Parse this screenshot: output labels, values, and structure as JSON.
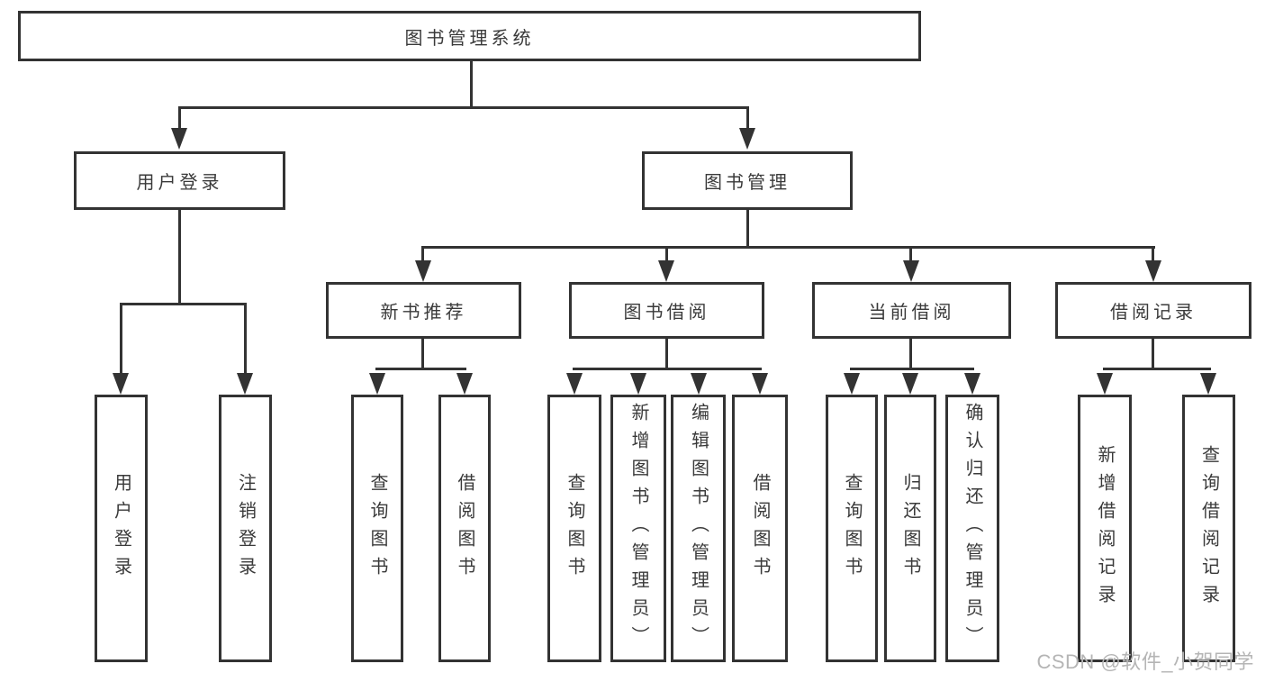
{
  "diagram": {
    "root": {
      "label": "图书管理系统"
    },
    "branches": [
      {
        "label": "用户登录",
        "children": [
          {
            "label": "用户登录"
          },
          {
            "label": "注销登录"
          }
        ]
      },
      {
        "label": "图书管理",
        "children": [
          {
            "label": "新书推荐",
            "children": [
              {
                "label": "查询图书"
              },
              {
                "label": "借阅图书"
              }
            ]
          },
          {
            "label": "图书借阅",
            "children": [
              {
                "label": "查询图书"
              },
              {
                "label": "新增图书（管理员）"
              },
              {
                "label": "编辑图书（管理员）"
              },
              {
                "label": "借阅图书"
              }
            ]
          },
          {
            "label": "当前借阅",
            "children": [
              {
                "label": "查询图书"
              },
              {
                "label": "归还图书"
              },
              {
                "label": "确认归还（管理员）"
              }
            ]
          },
          {
            "label": "借阅记录",
            "children": [
              {
                "label": "新增借阅记录"
              },
              {
                "label": "查询借阅记录"
              }
            ]
          }
        ]
      }
    ],
    "watermark": "CSDN @软件_小贺同学",
    "colors": {
      "line": "#333333",
      "text": "#3a3a3a",
      "watermark": "#b5b5b5",
      "background": "#ffffff"
    }
  }
}
